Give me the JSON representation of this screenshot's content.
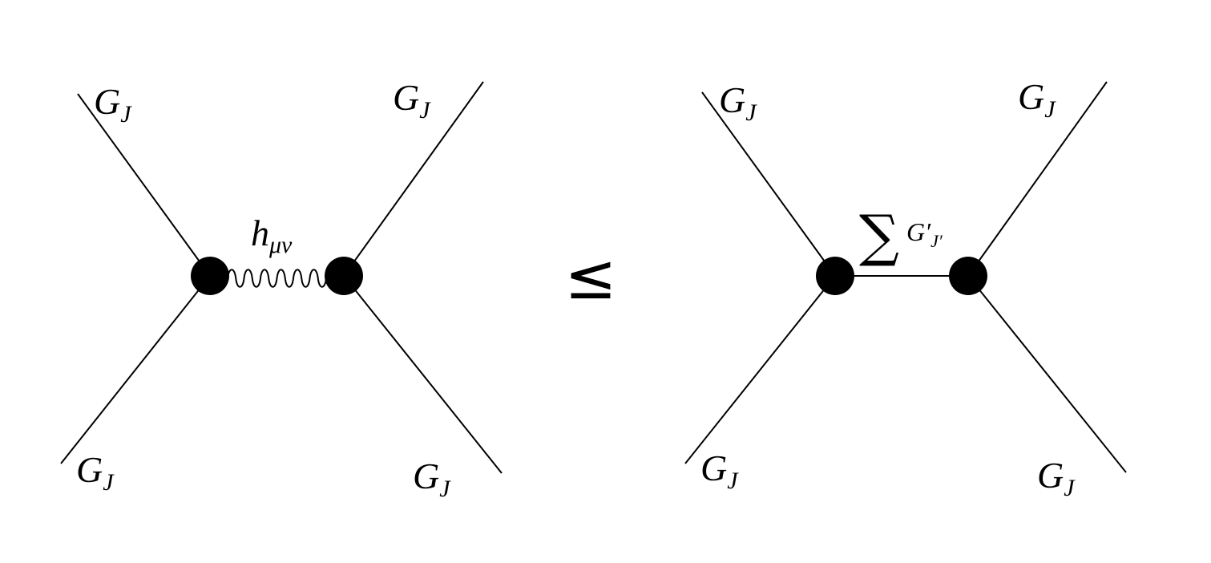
{
  "left_diagram": {
    "external_labels": [
      {
        "main": "G",
        "sub": "J"
      },
      {
        "main": "G",
        "sub": "J"
      },
      {
        "main": "G",
        "sub": "J"
      },
      {
        "main": "G",
        "sub": "J"
      }
    ],
    "propagator_label": {
      "main": "h",
      "sub": "μν"
    }
  },
  "relation": "≤",
  "right_diagram": {
    "external_labels": [
      {
        "main": "G",
        "sub": "J"
      },
      {
        "main": "G",
        "sub": "J"
      },
      {
        "main": "G",
        "sub": "J"
      },
      {
        "main": "G",
        "sub": "J"
      }
    ],
    "propagator_label": {
      "sum": "∑",
      "main": "G′",
      "sub": "J′"
    }
  }
}
